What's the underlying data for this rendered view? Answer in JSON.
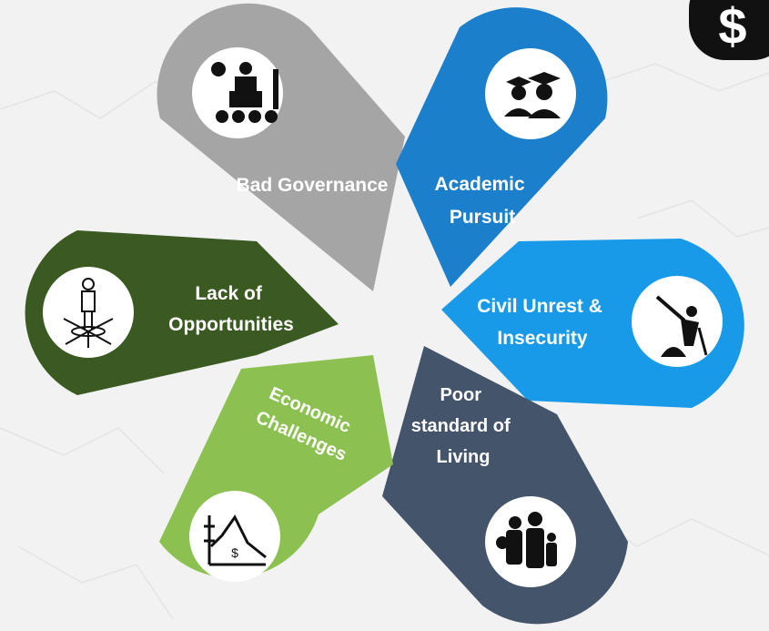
{
  "petals": [
    {
      "id": "bad-governance",
      "color": "#a5a5a5",
      "icon": "politician-podium-icon",
      "lines": [
        "Bad Governance"
      ]
    },
    {
      "id": "academic-pursuit",
      "color": "#1b7fcb",
      "icon": "graduates-icon",
      "lines": [
        "Academic",
        "Pursuit"
      ]
    },
    {
      "id": "civil-unrest",
      "color": "#199ae8",
      "icon": "armed-militant-icon",
      "lines": [
        "Civil Unrest &",
        "Insecurity"
      ]
    },
    {
      "id": "poor-living",
      "color": "#44546a",
      "icon": "poor-family-icon",
      "lines": [
        "Poor",
        "standard of",
        "Living"
      ]
    },
    {
      "id": "economic-challenges",
      "color": "#8cc152",
      "icon": "falling-chart-dollar-icon",
      "lines": [
        "Economic",
        "Challenges"
      ]
    },
    {
      "id": "lack-opportunities",
      "color": "#3a5a21",
      "icon": "person-arrows-icon",
      "lines": [
        "Lack of",
        "Opportunities"
      ]
    }
  ],
  "corner_badge": {
    "icon": "dollar-sign-icon",
    "symbol": "$"
  }
}
